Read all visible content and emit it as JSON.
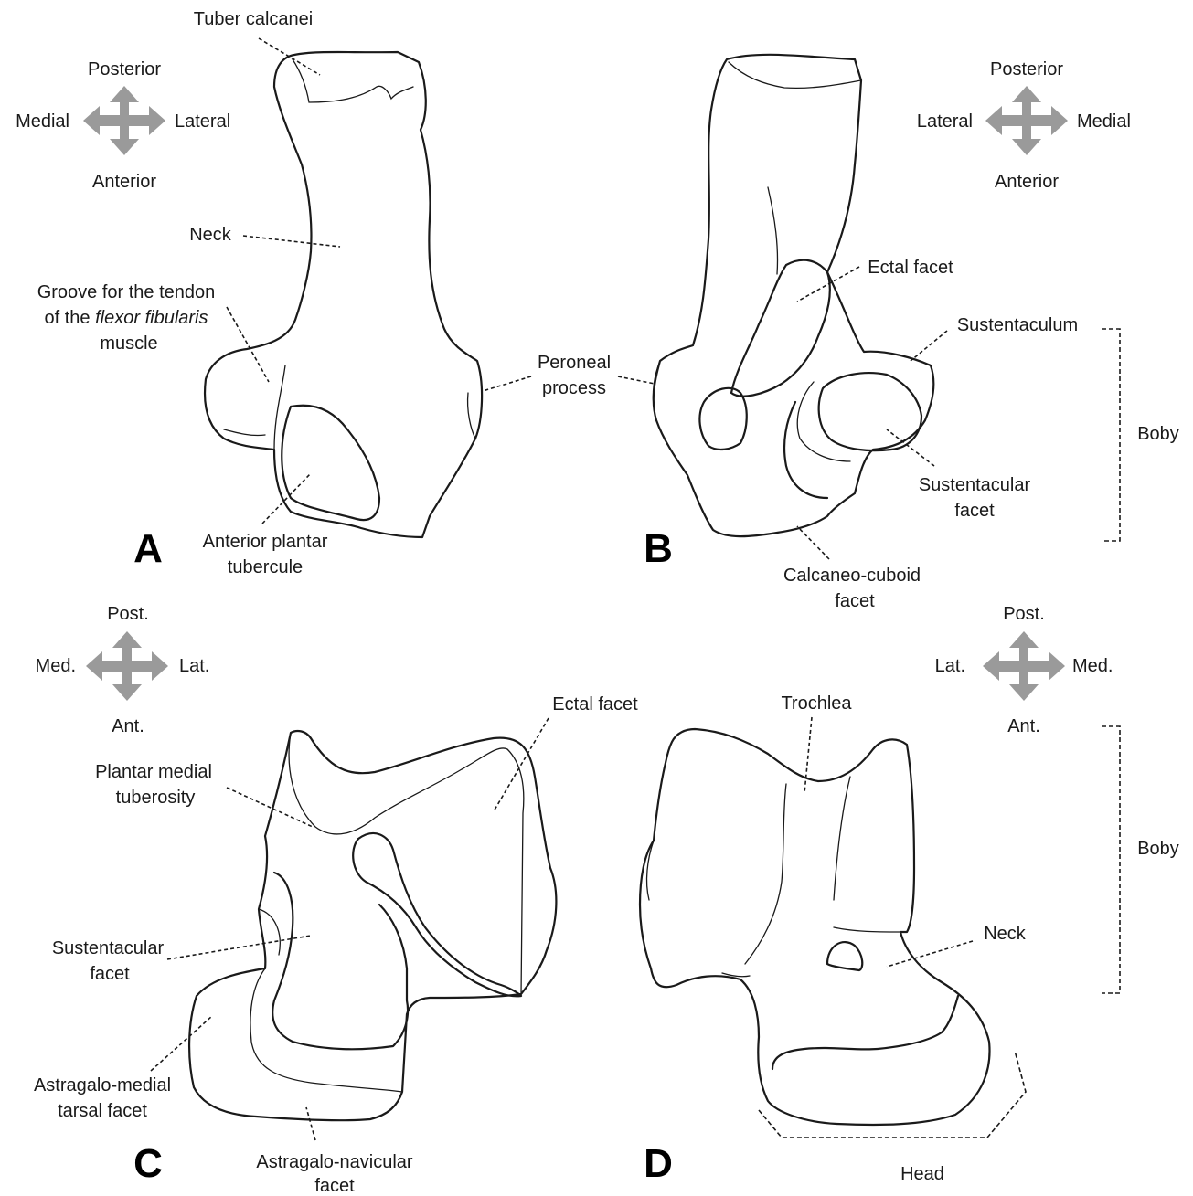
{
  "colors": {
    "line": "#1a1a1a",
    "arrow": "#9a9a9a",
    "background": "#ffffff"
  },
  "panels": [
    "A",
    "B",
    "C",
    "D"
  ],
  "compass_a": {
    "top": "Posterior",
    "bottom": "Anterior",
    "left": "Medial",
    "right": "Lateral"
  },
  "compass_b": {
    "top": "Posterior",
    "bottom": "Anterior",
    "left": "Lateral",
    "right": "Medial"
  },
  "compass_c": {
    "top": "Post.",
    "bottom": "Ant.",
    "left": "Med.",
    "right": "Lat."
  },
  "compass_d": {
    "top": "Post.",
    "bottom": "Ant.",
    "left": "Lat.",
    "right": "Med."
  },
  "labels_a": {
    "tuber_calcanei": "Tuber calcanei",
    "neck": "Neck",
    "groove_line1": "Groove for the tendon",
    "groove_line2_pre": "of the ",
    "groove_line2_italic": "flexor fibularis",
    "groove_line3": "muscle",
    "anterior_plantar_line1": "Anterior plantar",
    "anterior_plantar_line2": "tubercule"
  },
  "labels_b": {
    "peroneal_line1": "Peroneal",
    "peroneal_line2": "process",
    "ectal_facet": "Ectal facet",
    "sustentaculum": "Sustentaculum",
    "body": "Boby",
    "sustentacular_line1": "Sustentacular",
    "sustentacular_line2": "facet",
    "calcaneo_line1": "Calcaneo-cuboid",
    "calcaneo_line2": "facet"
  },
  "labels_c": {
    "ectal_facet": "Ectal facet",
    "plantar_line1": "Plantar medial",
    "plantar_line2": "tuberosity",
    "sustentacular_line1": "Sustentacular",
    "sustentacular_line2": "facet",
    "astragalo_medial_line1": "Astragalo-medial",
    "astragalo_medial_line2": "tarsal facet",
    "astragalo_navicular_line1": "Astragalo-navicular",
    "astragalo_navicular_line2": "facet"
  },
  "labels_d": {
    "trochlea": "Trochlea",
    "body": "Boby",
    "neck": "Neck",
    "head": "Head"
  },
  "icons": [
    "compass-arrow-icon"
  ]
}
